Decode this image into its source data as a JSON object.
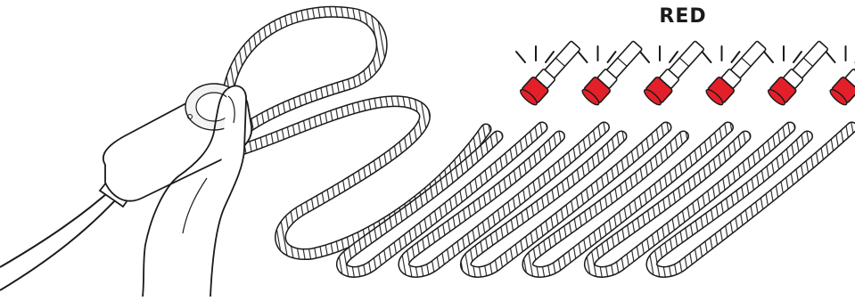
{
  "label": {
    "text": "RED"
  },
  "colors": {
    "line": "#1a1a1a",
    "led": "#e3202a",
    "background": "#ffffff"
  },
  "figure": {
    "icons": [
      "hand-icon",
      "controller-icon",
      "braided-cable-icon",
      "led-connector-icon",
      "light-burst-icon"
    ],
    "led_count": 6,
    "led_state": "red"
  }
}
